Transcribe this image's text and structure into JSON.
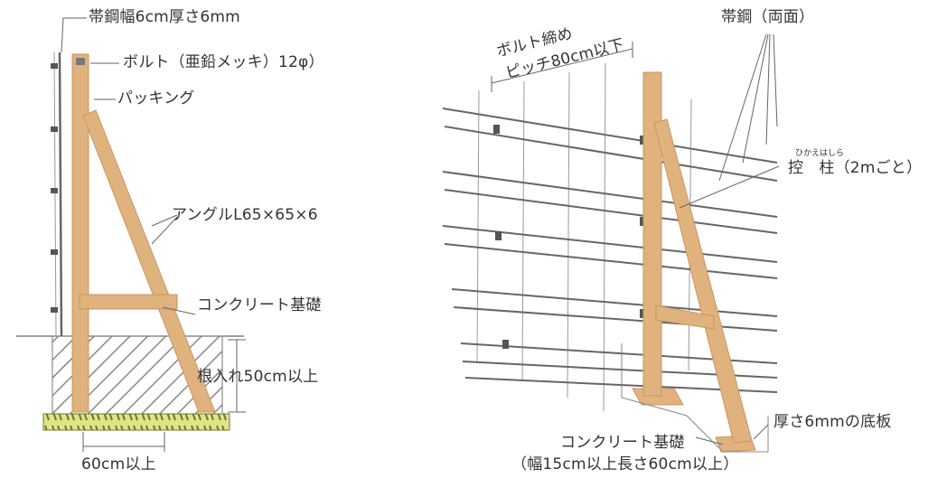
{
  "colors": {
    "wood": "#e0b27e",
    "wood_dark": "#c9965e",
    "gravel": "#dfe48a",
    "line": "#555555",
    "text": "#333333"
  },
  "left_figure": {
    "strip_steel": "帯鋼幅6cm厚さ6mm",
    "bolt": "ボルト（亜鉛メッキ）12φ）",
    "packing": "パッキング",
    "angle": "アングルL65×65×6",
    "concrete": "コンクリート基礎",
    "embed_depth": "根入れ50cm以上",
    "width": "60cm以上"
  },
  "right_figure": {
    "bolt_pitch_1": "ボルト締め",
    "bolt_pitch_2": "ピッチ80cm以下",
    "strip_both": "帯鋼（両面）",
    "brace_post_ruby": "ひかえはしら",
    "brace_post": "控　柱（2mごと）",
    "base_plate": "厚さ6mmの底板",
    "concrete": "コンクリート基礎",
    "concrete_spec": "（幅15cm以上長さ60cm以上）"
  }
}
